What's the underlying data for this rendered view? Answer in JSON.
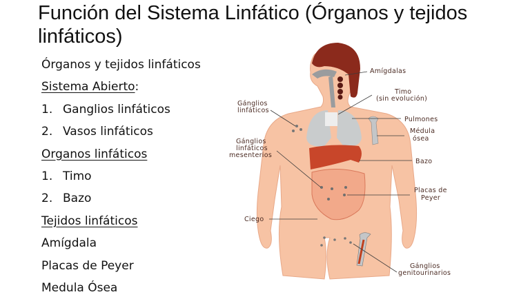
{
  "slide": {
    "title": "Función del Sistema Linfático (Órganos y tejidos linfáticos)",
    "lines": [
      {
        "text": "Órganos y tejidos linfáticos",
        "underline": false
      },
      {
        "text": "Sistema Abierto",
        "suffix": ":",
        "underline": true
      },
      {
        "number": "1.",
        "text": "Ganglios linfáticos"
      },
      {
        "number": "2.",
        "text": "Vasos linfáticos"
      },
      {
        "text": "Organos linfáticos",
        "underline": true
      },
      {
        "number": "1.",
        "text": "Timo"
      },
      {
        "number": "2.",
        "text": "Bazo"
      },
      {
        "text": "Tejidos linfáticos",
        "underline": true
      },
      {
        "text": "Amígdala"
      },
      {
        "text": "Placas de Peyer"
      },
      {
        "text": "Medula Ósea"
      }
    ]
  },
  "diagram": {
    "labels": {
      "amigdalas": "Amígdalas",
      "timo_1": "Timo",
      "timo_2": "(sin evolución)",
      "ganglios_1": "Gánglios",
      "ganglios_2": "linfáticos",
      "pulmones": "Pulmones",
      "medula_1": "Médula",
      "medula_2": "ósea",
      "mesent_1": "Gánglios",
      "mesent_2": "linfáticos",
      "mesent_3": "mesenterios",
      "bazo": "Bazo",
      "peyer_1": "Placas de",
      "peyer_2": "Peyer",
      "ciego": "Ciego",
      "genito_1": "Gánglios",
      "genito_2": "genitourinarios"
    },
    "colors": {
      "skin": "#f7c3a4",
      "hair": "#8b2a1c",
      "lungs": "#c9cccd",
      "liver": "#c8462a",
      "intestine": "#f2a98a",
      "tonsil": "#5a1a14",
      "bone": "#c4c6c8",
      "marrow": "#c0401e",
      "leader": "#3a3a3a"
    }
  }
}
